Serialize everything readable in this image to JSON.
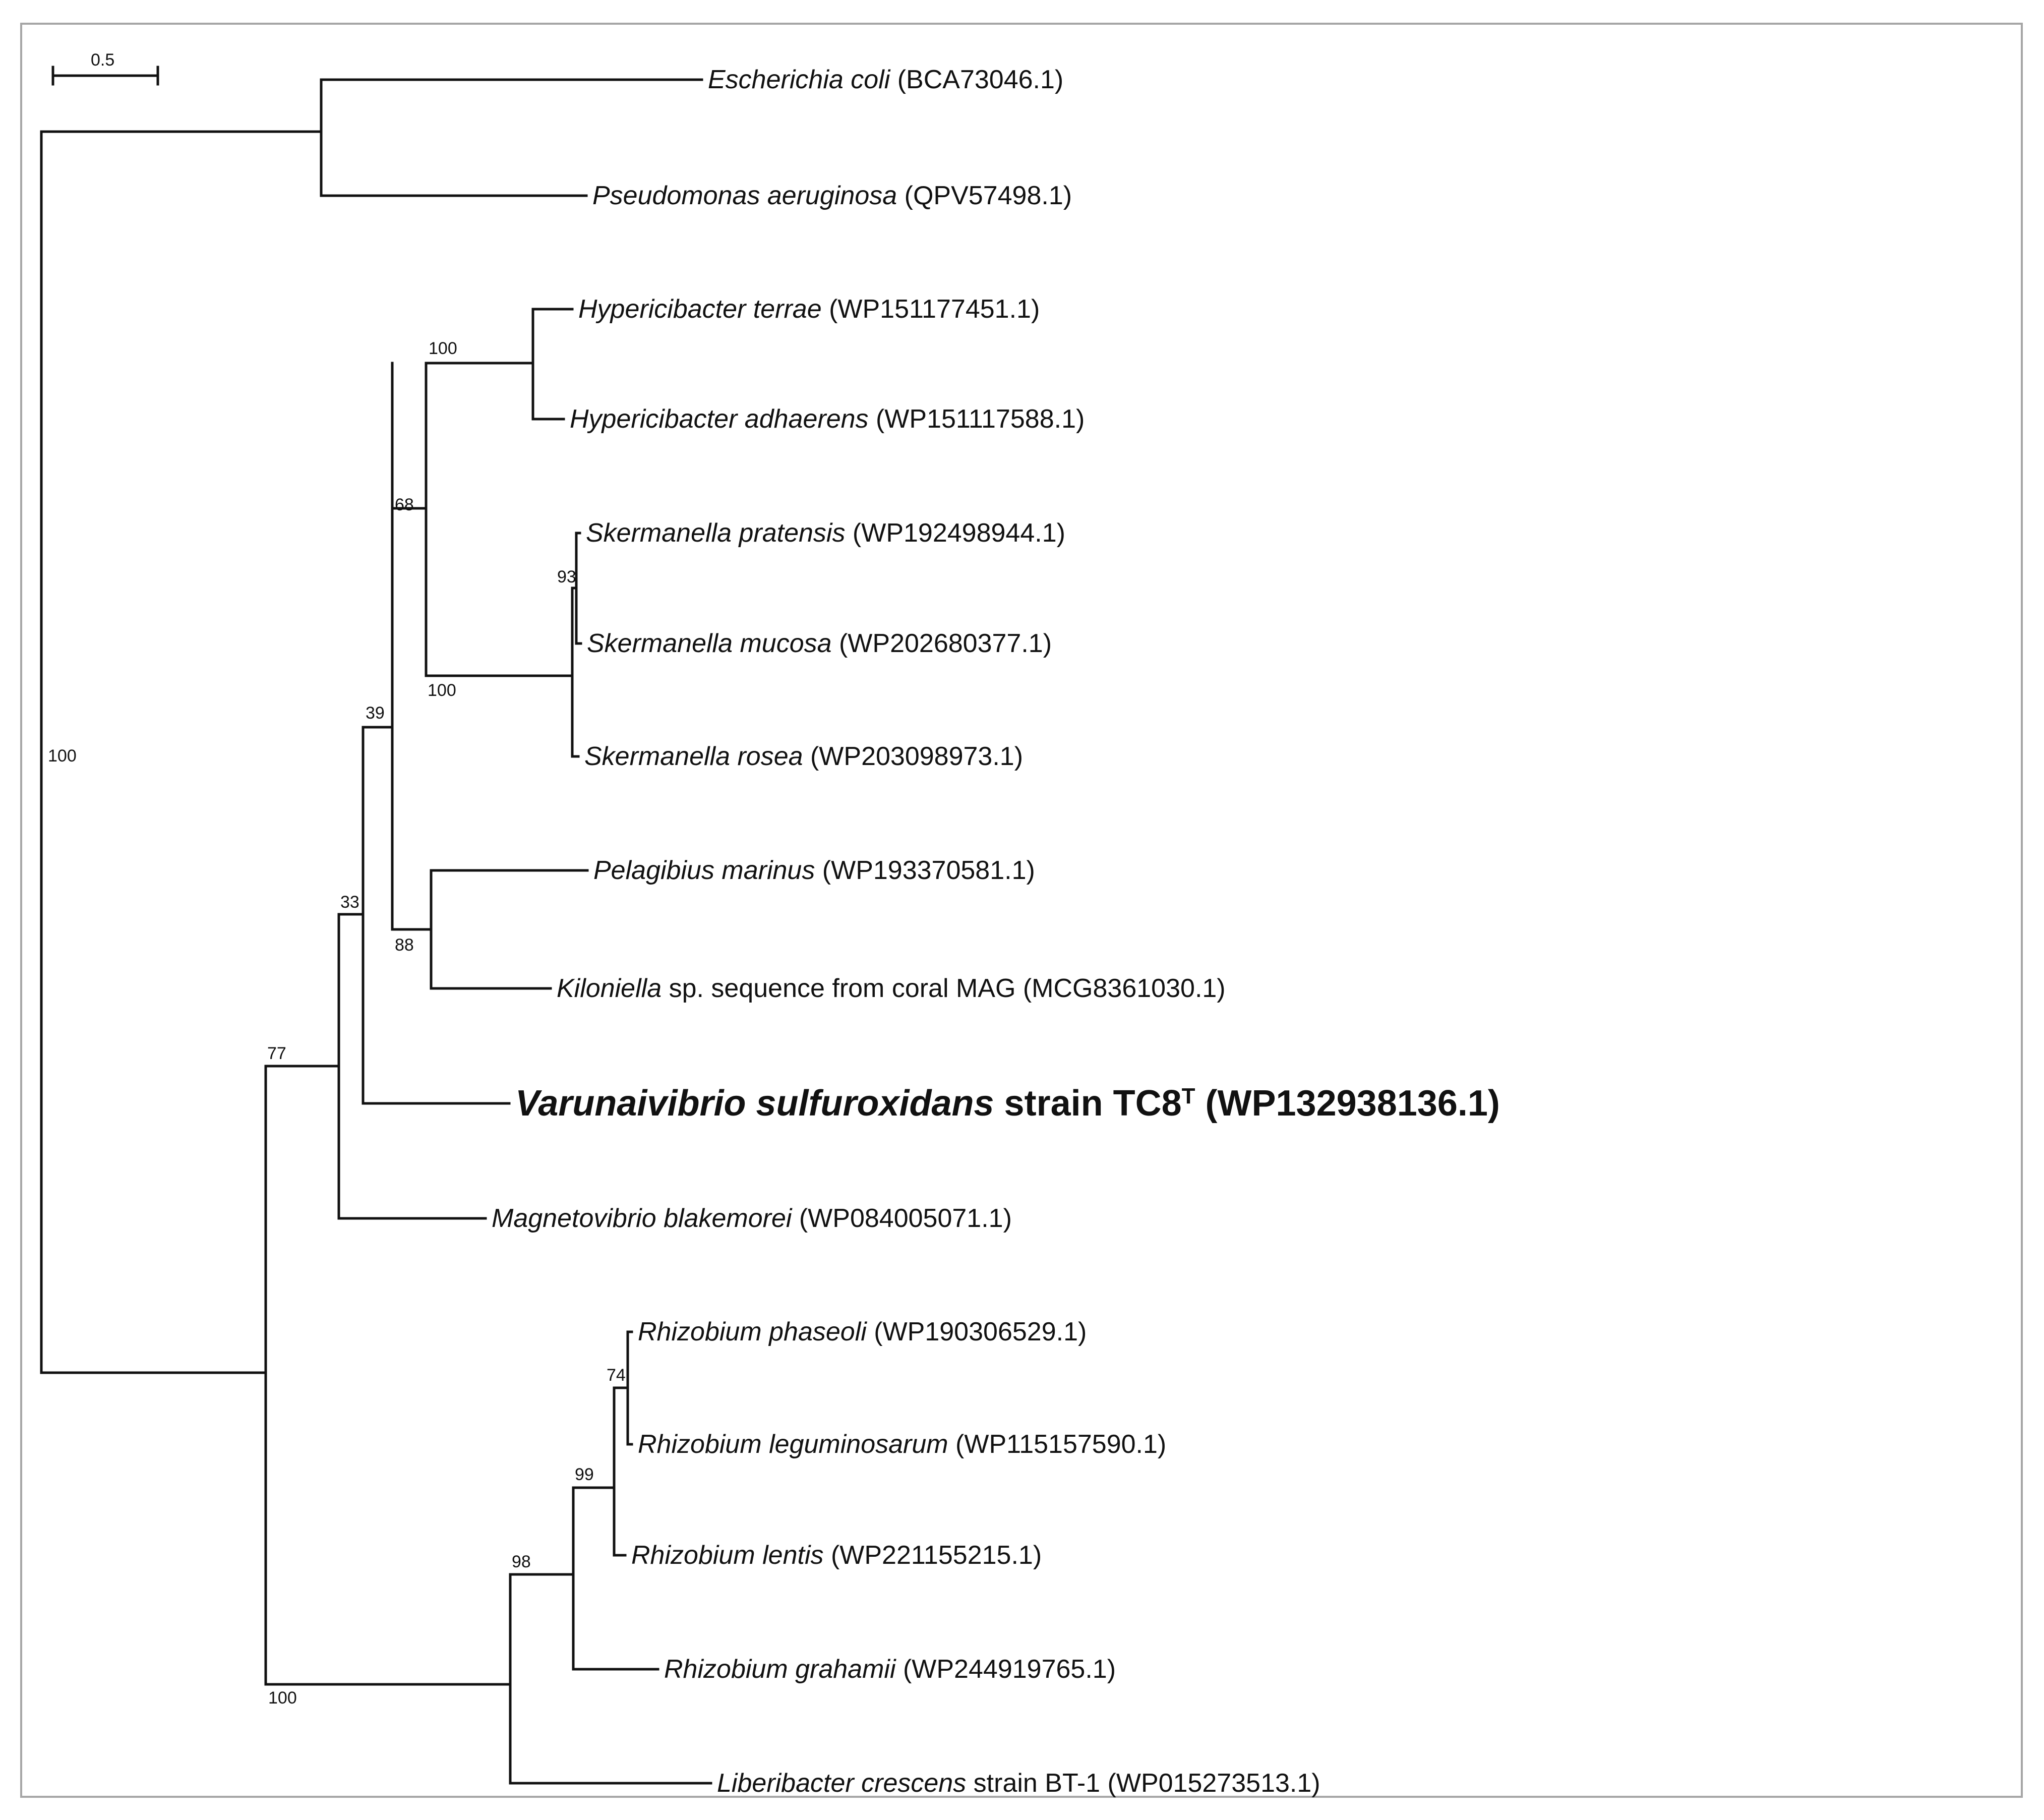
{
  "scale_bar": {
    "label": "0.5"
  },
  "taxa": [
    {
      "id": "ecoli",
      "name": "Escherichia coli",
      "rest": " (BCA73046.1)"
    },
    {
      "id": "paer",
      "name": "Pseudomonas aeruginosa",
      "rest": " (QPV57498.1)"
    },
    {
      "id": "hter",
      "name": "Hypericibacter terrae",
      "rest": " (WP151177451.1)"
    },
    {
      "id": "hadh",
      "name": "Hypericibacter adhaerens",
      "rest": " (WP151117588.1)"
    },
    {
      "id": "sprat",
      "name": "Skermanella pratensis",
      "rest": " (WP192498944.1)"
    },
    {
      "id": "smuc",
      "name": "Skermanella mucosa",
      "rest": " (WP202680377.1)"
    },
    {
      "id": "srose",
      "name": "Skermanella rosea",
      "rest": " (WP203098973.1)"
    },
    {
      "id": "pmar",
      "name": "Pelagibius marinus",
      "rest": " (WP193370581.1)"
    },
    {
      "id": "kilo",
      "name": "Kiloniella",
      "rest": " sp. sequence from coral MAG (MCG8361030.1)"
    },
    {
      "id": "varu",
      "name": "Varunaivibrio sulfuroxidans",
      "rest": " strain TC8",
      "sup": "T",
      "tail": " (WP132938136.1)"
    },
    {
      "id": "mblak",
      "name": "Magnetovibrio blakemorei",
      "rest": " (WP084005071.1)"
    },
    {
      "id": "rpha",
      "name": "Rhizobium phaseoli",
      "rest": " (WP190306529.1)"
    },
    {
      "id": "rleg",
      "name": "Rhizobium leguminosarum",
      "rest": " (WP115157590.1)"
    },
    {
      "id": "rlen",
      "name": "Rhizobium lentis",
      "rest": " (WP221155215.1)"
    },
    {
      "id": "rgra",
      "name": "Rhizobium grahamii",
      "rest": " (WP244919765.1)"
    },
    {
      "id": "lcres",
      "name": "Liberibacter crescens",
      "rest": " strain BT-1 (WP015273513.1)"
    }
  ],
  "bootstrap": [
    {
      "id": "root",
      "value": "100"
    },
    {
      "id": "hyper",
      "value": "100"
    },
    {
      "id": "n68",
      "value": "68"
    },
    {
      "id": "skerm_inner",
      "value": "93"
    },
    {
      "id": "skerm",
      "value": "100"
    },
    {
      "id": "n39",
      "value": "39"
    },
    {
      "id": "pel_kil",
      "value": "88"
    },
    {
      "id": "n33",
      "value": "33"
    },
    {
      "id": "n77",
      "value": "77"
    },
    {
      "id": "rhizo_inner",
      "value": "74"
    },
    {
      "id": "rhizo_mid",
      "value": "99"
    },
    {
      "id": "rhizo",
      "value": "98"
    },
    {
      "id": "n100b",
      "value": "100"
    }
  ]
}
